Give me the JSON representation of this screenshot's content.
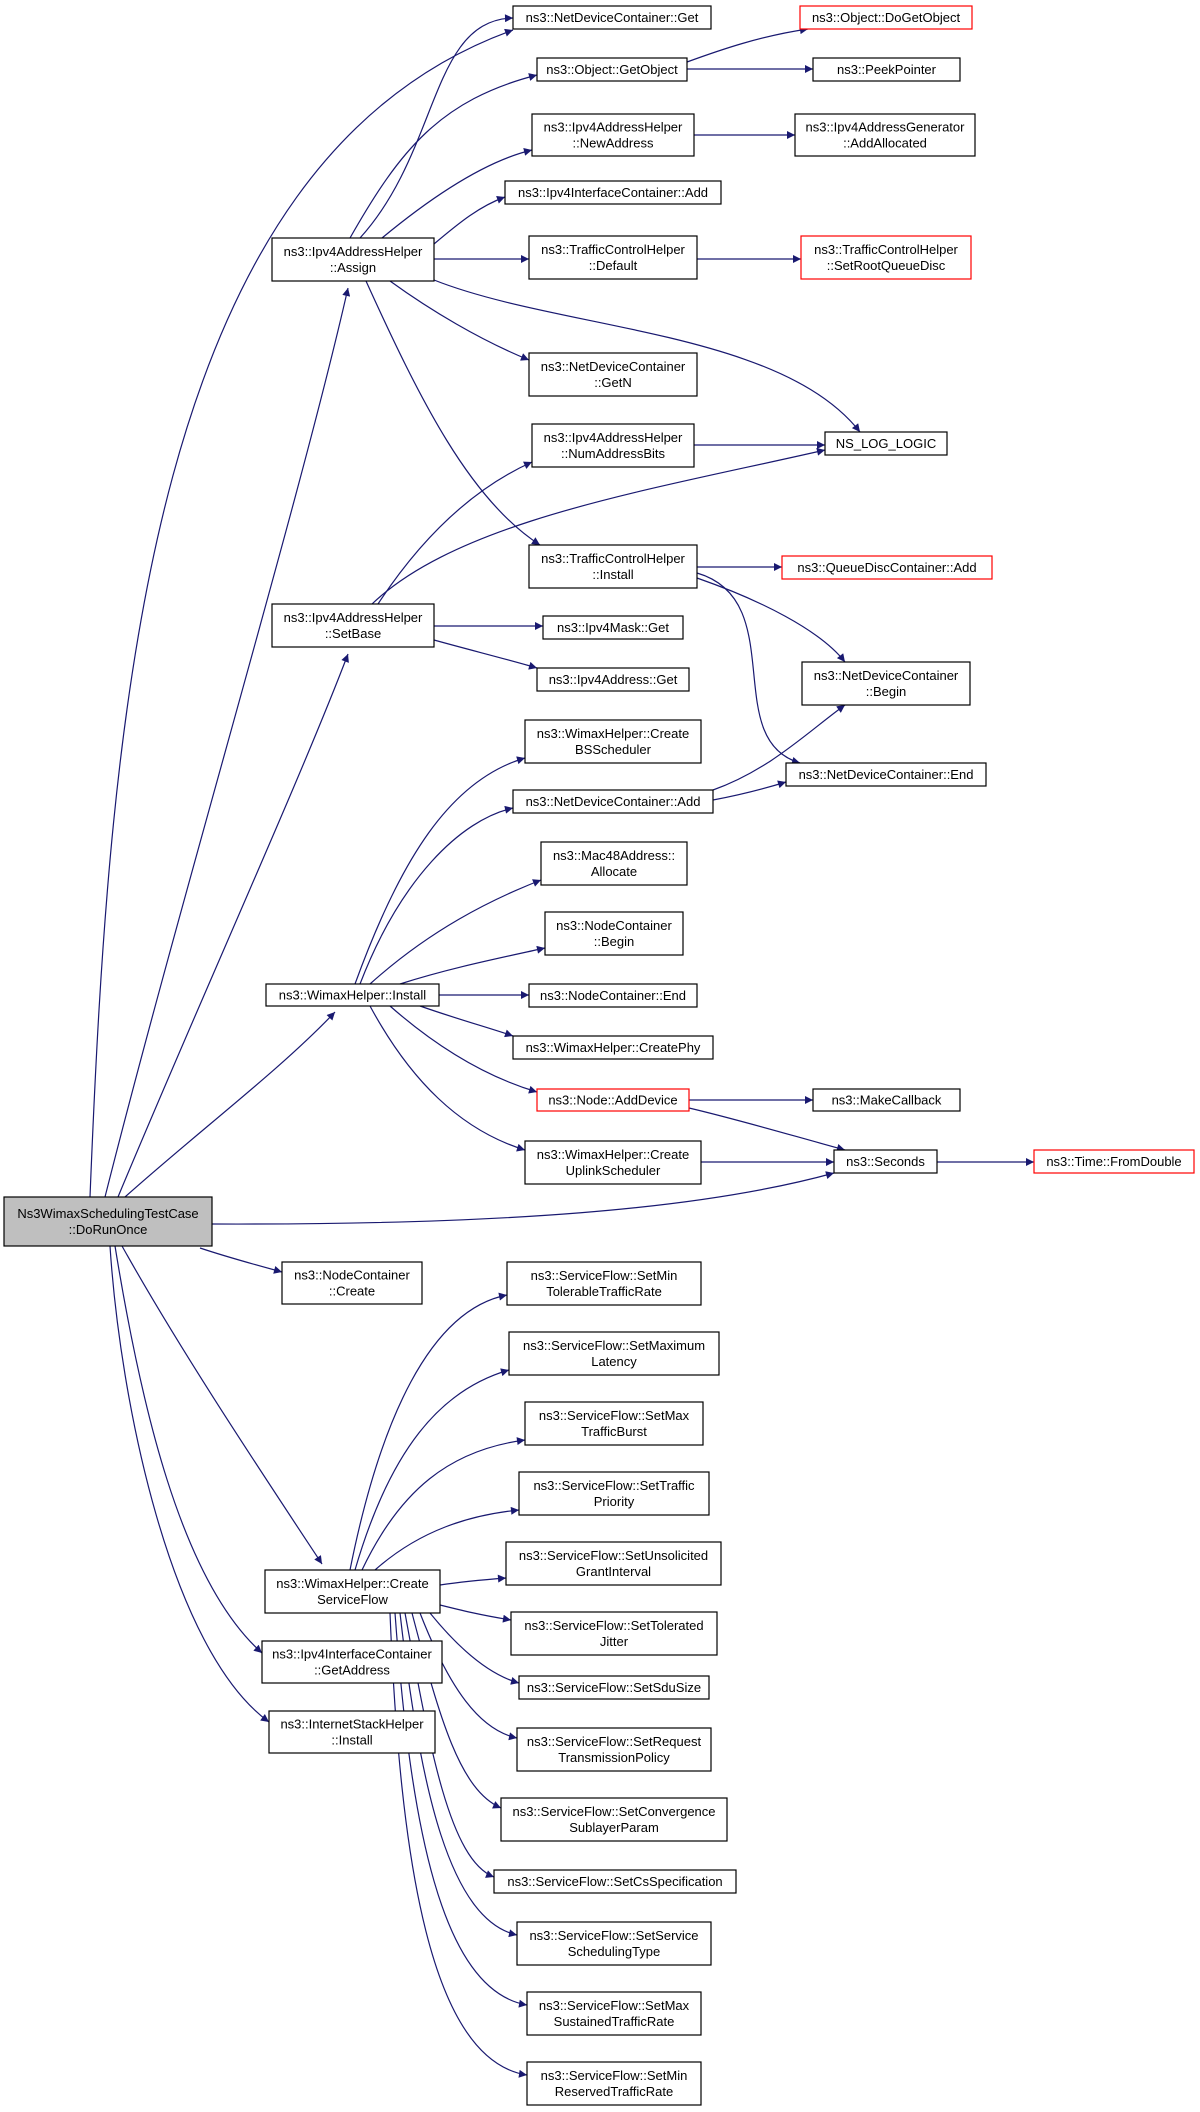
{
  "colors": {
    "edge": "#191970",
    "node_border": "#000000",
    "node_fill": "#ffffff",
    "truncated_border": "#ff0000",
    "root_fill": "#bfbfbf"
  },
  "nodes": {
    "root": {
      "lines": [
        "Ns3WimaxSchedulingTestCase",
        "::DoRunOnce"
      ],
      "style": "root"
    },
    "assign": {
      "lines": [
        "ns3::Ipv4AddressHelper",
        "::Assign"
      ],
      "style": "normal"
    },
    "setbase": {
      "lines": [
        "ns3::Ipv4AddressHelper",
        "::SetBase"
      ],
      "style": "normal"
    },
    "wimaxinstall": {
      "lines": [
        "ns3::WimaxHelper::Install"
      ],
      "style": "normal"
    },
    "nodecreate": {
      "lines": [
        "ns3::NodeContainer",
        "::Create"
      ],
      "style": "normal"
    },
    "createsf": {
      "lines": [
        "ns3::WimaxHelper::Create",
        "ServiceFlow"
      ],
      "style": "normal"
    },
    "getaddress": {
      "lines": [
        "ns3::Ipv4InterfaceContainer",
        "::GetAddress"
      ],
      "style": "normal"
    },
    "inetinstall": {
      "lines": [
        "ns3::InternetStackHelper",
        "::Install"
      ],
      "style": "normal"
    },
    "ndcget": {
      "lines": [
        "ns3::NetDeviceContainer::Get"
      ],
      "style": "normal"
    },
    "getobject": {
      "lines": [
        "ns3::Object::GetObject"
      ],
      "style": "normal"
    },
    "newaddress": {
      "lines": [
        "ns3::Ipv4AddressHelper",
        "::NewAddress"
      ],
      "style": "normal"
    },
    "iicadd": {
      "lines": [
        "ns3::Ipv4InterfaceContainer::Add"
      ],
      "style": "normal"
    },
    "tchdefault": {
      "lines": [
        "ns3::TrafficControlHelper",
        "::Default"
      ],
      "style": "normal"
    },
    "ndcgetn": {
      "lines": [
        "ns3::NetDeviceContainer",
        "::GetN"
      ],
      "style": "normal"
    },
    "numaddrbits": {
      "lines": [
        "ns3::Ipv4AddressHelper",
        "::NumAddressBits"
      ],
      "style": "normal"
    },
    "tchinstall": {
      "lines": [
        "ns3::TrafficControlHelper",
        "::Install"
      ],
      "style": "normal"
    },
    "maskget": {
      "lines": [
        "ns3::Ipv4Mask::Get"
      ],
      "style": "normal"
    },
    "addrget": {
      "lines": [
        "ns3::Ipv4Address::Get"
      ],
      "style": "normal"
    },
    "createbss": {
      "lines": [
        "ns3::WimaxHelper::Create",
        "BSScheduler"
      ],
      "style": "normal"
    },
    "ndcadd": {
      "lines": [
        "ns3::NetDeviceContainer::Add"
      ],
      "style": "normal"
    },
    "macalloc": {
      "lines": [
        "ns3::Mac48Address::",
        "Allocate"
      ],
      "style": "normal"
    },
    "ncbegin": {
      "lines": [
        "ns3::NodeContainer",
        "::Begin"
      ],
      "style": "normal"
    },
    "ncend": {
      "lines": [
        "ns3::NodeContainer::End"
      ],
      "style": "normal"
    },
    "createphy": {
      "lines": [
        "ns3::WimaxHelper::CreatePhy"
      ],
      "style": "normal"
    },
    "adddevice": {
      "lines": [
        "ns3::Node::AddDevice"
      ],
      "style": "truncated"
    },
    "createuls": {
      "lines": [
        "ns3::WimaxHelper::Create",
        "UplinkScheduler"
      ],
      "style": "normal"
    },
    "dogetobject": {
      "lines": [
        "ns3::Object::DoGetObject"
      ],
      "style": "truncated"
    },
    "peekpointer": {
      "lines": [
        "ns3::PeekPointer"
      ],
      "style": "normal"
    },
    "addallocated": {
      "lines": [
        "ns3::Ipv4AddressGenerator",
        "::AddAllocated"
      ],
      "style": "normal"
    },
    "setrootqd": {
      "lines": [
        "ns3::TrafficControlHelper",
        "::SetRootQueueDisc"
      ],
      "style": "truncated"
    },
    "nslog": {
      "lines": [
        "NS_LOG_LOGIC"
      ],
      "style": "normal"
    },
    "qdcadd": {
      "lines": [
        "ns3::QueueDiscContainer::Add"
      ],
      "style": "truncated"
    },
    "ndcbegin": {
      "lines": [
        "ns3::NetDeviceContainer",
        "::Begin"
      ],
      "style": "normal"
    },
    "ndcend": {
      "lines": [
        "ns3::NetDeviceContainer::End"
      ],
      "style": "normal"
    },
    "makecallback": {
      "lines": [
        "ns3::MakeCallback"
      ],
      "style": "normal"
    },
    "seconds": {
      "lines": [
        "ns3::Seconds"
      ],
      "style": "normal"
    },
    "fromdouble": {
      "lines": [
        "ns3::Time::FromDouble"
      ],
      "style": "truncated"
    },
    "sf1": {
      "lines": [
        "ns3::ServiceFlow::SetMin",
        "TolerableTrafficRate"
      ],
      "style": "normal"
    },
    "sf2": {
      "lines": [
        "ns3::ServiceFlow::SetMaximum",
        "Latency"
      ],
      "style": "normal"
    },
    "sf3": {
      "lines": [
        "ns3::ServiceFlow::SetMax",
        "TrafficBurst"
      ],
      "style": "normal"
    },
    "sf4": {
      "lines": [
        "ns3::ServiceFlow::SetTraffic",
        "Priority"
      ],
      "style": "normal"
    },
    "sf5": {
      "lines": [
        "ns3::ServiceFlow::SetUnsolicited",
        "GrantInterval"
      ],
      "style": "normal"
    },
    "sf6": {
      "lines": [
        "ns3::ServiceFlow::SetTolerated",
        "Jitter"
      ],
      "style": "normal"
    },
    "sf7": {
      "lines": [
        "ns3::ServiceFlow::SetSduSize"
      ],
      "style": "normal"
    },
    "sf8": {
      "lines": [
        "ns3::ServiceFlow::SetRequest",
        "TransmissionPolicy"
      ],
      "style": "normal"
    },
    "sf9": {
      "lines": [
        "ns3::ServiceFlow::SetConvergence",
        "SublayerParam"
      ],
      "style": "normal"
    },
    "sf10": {
      "lines": [
        "ns3::ServiceFlow::SetCsSpecification"
      ],
      "style": "normal"
    },
    "sf11": {
      "lines": [
        "ns3::ServiceFlow::SetService",
        "SchedulingType"
      ],
      "style": "normal"
    },
    "sf12": {
      "lines": [
        "ns3::ServiceFlow::SetMax",
        "SustainedTrafficRate"
      ],
      "style": "normal"
    },
    "sf13": {
      "lines": [
        "ns3::ServiceFlow::SetMin",
        "ReservedTrafficRate"
      ],
      "style": "normal"
    }
  },
  "edges": [
    [
      "root",
      "ndcget"
    ],
    [
      "root",
      "assign"
    ],
    [
      "root",
      "setbase"
    ],
    [
      "root",
      "wimaxinstall"
    ],
    [
      "root",
      "seconds"
    ],
    [
      "root",
      "nodecreate"
    ],
    [
      "root",
      "createsf"
    ],
    [
      "root",
      "getaddress"
    ],
    [
      "root",
      "inetinstall"
    ],
    [
      "assign",
      "ndcget"
    ],
    [
      "assign",
      "getobject"
    ],
    [
      "assign",
      "newaddress"
    ],
    [
      "assign",
      "iicadd"
    ],
    [
      "assign",
      "tchdefault"
    ],
    [
      "assign",
      "nslog"
    ],
    [
      "assign",
      "ndcgetn"
    ],
    [
      "assign",
      "tchinstall"
    ],
    [
      "getobject",
      "dogetobject"
    ],
    [
      "getobject",
      "peekpointer"
    ],
    [
      "newaddress",
      "addallocated"
    ],
    [
      "tchdefault",
      "setrootqd"
    ],
    [
      "numaddrbits",
      "nslog"
    ],
    [
      "setbase",
      "numaddrbits"
    ],
    [
      "setbase",
      "nslog"
    ],
    [
      "setbase",
      "maskget"
    ],
    [
      "setbase",
      "addrget"
    ],
    [
      "tchinstall",
      "qdcadd"
    ],
    [
      "tchinstall",
      "ndcbegin"
    ],
    [
      "tchinstall",
      "ndcend"
    ],
    [
      "wimaxinstall",
      "createbss"
    ],
    [
      "wimaxinstall",
      "ndcadd"
    ],
    [
      "wimaxinstall",
      "macalloc"
    ],
    [
      "wimaxinstall",
      "ncbegin"
    ],
    [
      "wimaxinstall",
      "ncend"
    ],
    [
      "wimaxinstall",
      "createphy"
    ],
    [
      "wimaxinstall",
      "adddevice"
    ],
    [
      "wimaxinstall",
      "createuls"
    ],
    [
      "ndcadd",
      "ndcbegin"
    ],
    [
      "ndcadd",
      "ndcend"
    ],
    [
      "adddevice",
      "makecallback"
    ],
    [
      "adddevice",
      "seconds"
    ],
    [
      "createuls",
      "seconds"
    ],
    [
      "seconds",
      "fromdouble"
    ],
    [
      "createsf",
      "sf1"
    ],
    [
      "createsf",
      "sf2"
    ],
    [
      "createsf",
      "sf3"
    ],
    [
      "createsf",
      "sf4"
    ],
    [
      "createsf",
      "sf5"
    ],
    [
      "createsf",
      "sf6"
    ],
    [
      "createsf",
      "sf7"
    ],
    [
      "createsf",
      "sf8"
    ],
    [
      "createsf",
      "sf9"
    ],
    [
      "createsf",
      "sf10"
    ],
    [
      "createsf",
      "sf11"
    ],
    [
      "createsf",
      "sf12"
    ],
    [
      "createsf",
      "sf13"
    ]
  ]
}
